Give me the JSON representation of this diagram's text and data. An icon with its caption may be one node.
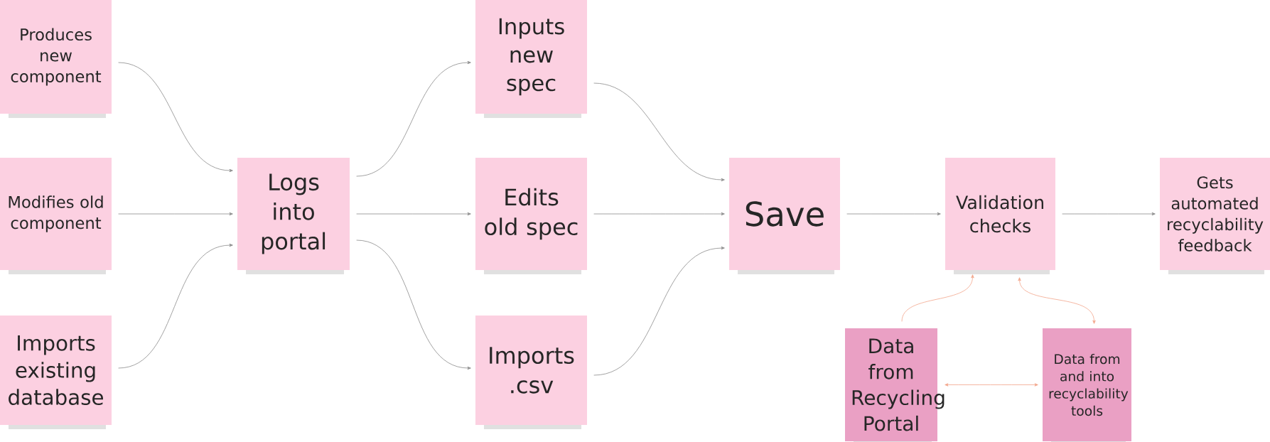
{
  "diagram": {
    "nodes": [
      {
        "text": [
          "Produces new component"
        ]
      },
      {
        "text": [
          "Modifies old component"
        ]
      },
      {
        "text": [
          "Imports existing database"
        ]
      },
      {
        "text": [
          "Logs into portal"
        ]
      },
      {
        "text": [
          "Inputs new spec"
        ]
      },
      {
        "text": [
          "Edits old spec"
        ]
      },
      {
        "text": [
          "Imports .csv"
        ]
      },
      {
        "text": [
          "Save"
        ]
      },
      {
        "text": [
          "Validation checks"
        ]
      },
      {
        "text": [
          "Gets automated recyclability feedback"
        ]
      },
      {
        "text": [
          "Data from Recycling Portal"
        ]
      },
      {
        "text": [
          "Data from and into recyclability tools"
        ]
      }
    ],
    "edges": [
      {
        "from": 0,
        "to": 3,
        "arrow": "to"
      },
      {
        "from": 1,
        "to": 3,
        "arrow": "to"
      },
      {
        "from": 2,
        "to": 3,
        "arrow": "to"
      },
      {
        "from": 3,
        "to": 4,
        "arrow": "to"
      },
      {
        "from": 3,
        "to": 5,
        "arrow": "to"
      },
      {
        "from": 3,
        "to": 6,
        "arrow": "to"
      },
      {
        "from": 4,
        "to": 7,
        "arrow": "to"
      },
      {
        "from": 5,
        "to": 7,
        "arrow": "to"
      },
      {
        "from": 6,
        "to": 7,
        "arrow": "to"
      },
      {
        "from": 7,
        "to": 8,
        "arrow": "to"
      },
      {
        "from": 8,
        "to": 9,
        "arrow": "to"
      },
      {
        "from": 10,
        "to": 8,
        "arrow": "to",
        "color": "#f2a58a"
      },
      {
        "from": 8,
        "to": 11,
        "arrow": "both",
        "color": "#f2a58a"
      },
      {
        "from": 10,
        "to": 11,
        "arrow": "both",
        "color": "#f2a58a"
      }
    ]
  }
}
